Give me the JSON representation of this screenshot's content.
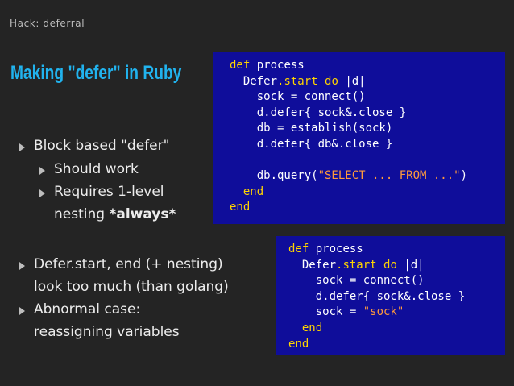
{
  "header": {
    "section_label": "Hack: deferral"
  },
  "slide": {
    "title": "Making \"defer\" in Ruby"
  },
  "bullets_top": [
    {
      "text": "Block based \"defer\""
    },
    {
      "text": "Should work"
    },
    {
      "text": "Requires 1-level"
    },
    {
      "text_pre": "nesting ",
      "text_bold": "*always*"
    }
  ],
  "bullets_bottom": [
    {
      "line1": "Defer.start, end (+ nesting)",
      "line2": "look too much (than golang)"
    },
    {
      "line1": "Abnormal case:",
      "line2": "reassigning variables"
    }
  ],
  "code_block_1": {
    "lines": [
      [
        {
          "t": "def",
          "c": "kw"
        },
        {
          "t": " process"
        }
      ],
      [
        {
          "t": "  Defer"
        },
        {
          "t": ".start ",
          "c": "kw"
        },
        {
          "t": "do",
          "c": "kw"
        },
        {
          "t": " |d|"
        }
      ],
      [
        {
          "t": "    sock = connect()"
        }
      ],
      [
        {
          "t": "    d.defer{ sock&.close }"
        }
      ],
      [
        {
          "t": "    db = establish(sock)"
        }
      ],
      [
        {
          "t": "    d.defer{ db&.close }"
        }
      ],
      [
        {
          "t": ""
        }
      ],
      [
        {
          "t": "    db.query("
        },
        {
          "t": "\"SELECT ... FROM ...\"",
          "c": "str"
        },
        {
          "t": ")"
        }
      ],
      [
        {
          "t": "  end",
          "c": "kw"
        }
      ],
      [
        {
          "t": "end",
          "c": "kw"
        }
      ]
    ]
  },
  "code_block_2": {
    "lines": [
      [
        {
          "t": "def",
          "c": "kw"
        },
        {
          "t": " process"
        }
      ],
      [
        {
          "t": "  Defer"
        },
        {
          "t": ".start ",
          "c": "kw"
        },
        {
          "t": "do",
          "c": "kw"
        },
        {
          "t": " |d|"
        }
      ],
      [
        {
          "t": "    sock = connect()"
        }
      ],
      [
        {
          "t": "    d.defer{ sock&.close }"
        }
      ],
      [
        {
          "t": "    sock = "
        },
        {
          "t": "\"sock\"",
          "c": "str"
        }
      ],
      [
        {
          "t": "  end",
          "c": "kw"
        }
      ],
      [
        {
          "t": "end",
          "c": "kw"
        }
      ]
    ]
  },
  "colors": {
    "background": "#242424",
    "title": "#21b3ee",
    "code_background": "#0f0d9a",
    "keyword": "#ffd400",
    "string": "#ff9a3c"
  }
}
